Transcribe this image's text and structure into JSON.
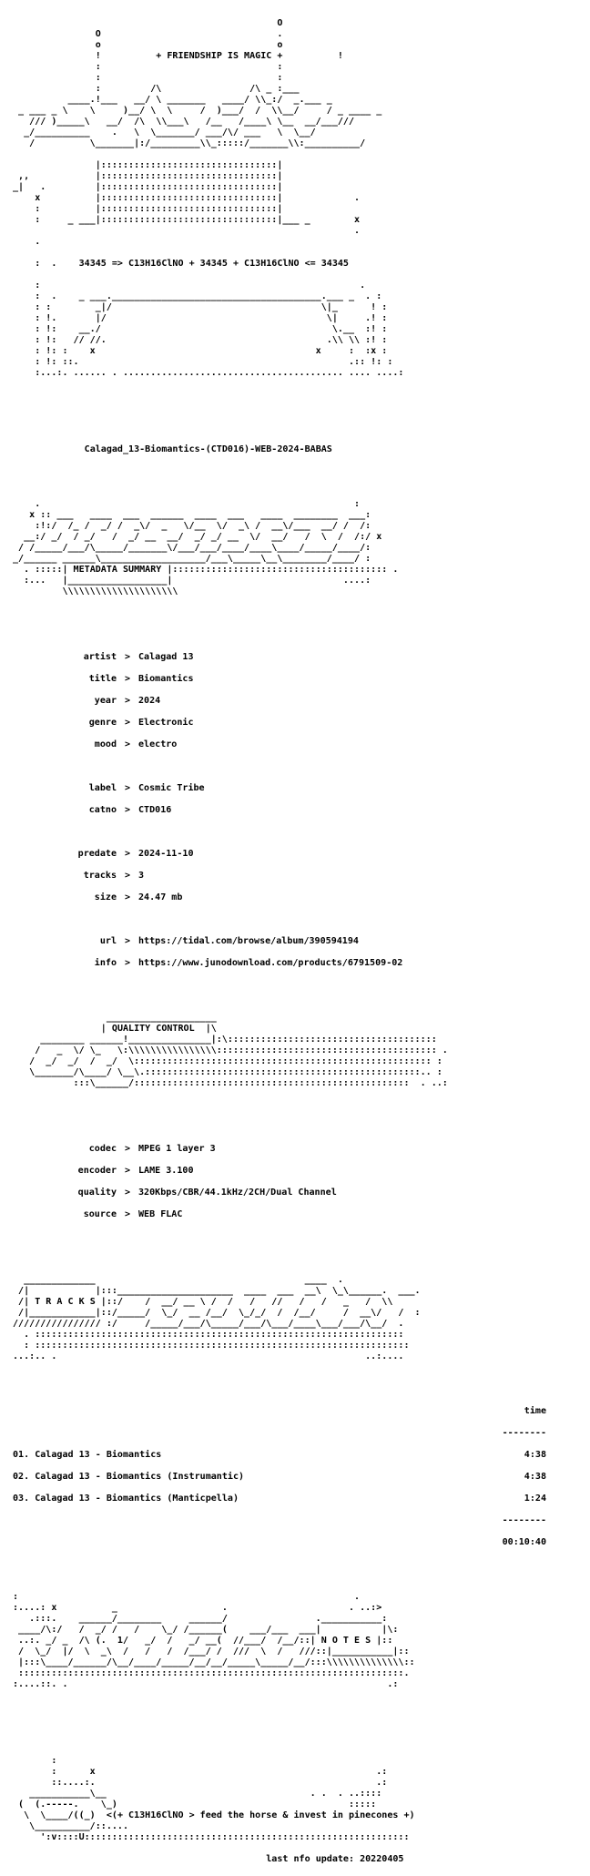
{
  "header": {
    "tagline": "+ FRIENDSHIP IS MAGIC +",
    "formula_line": "34345 => C13H16ClNO + 34345 + C13H16ClNO <= 34345"
  },
  "release_name": "Calagad_13-Biomantics-(CTD016)-WEB-2024-BABAS",
  "sections": {
    "metadata_title": "METADATA SUMMARY",
    "quality_title": "QUALITY CONTROL",
    "tracks_title": "T R A C K S",
    "notes_title": "N O T E S"
  },
  "metadata": {
    "artist_key": "artist",
    "artist": "Calagad 13",
    "title_key": "title",
    "title": "Biomantics",
    "year_key": "year",
    "year": "2024",
    "genre_key": "genre",
    "genre": "Electronic",
    "mood_key": "mood",
    "mood": "electro",
    "label_key": "label",
    "label": "Cosmic Tribe",
    "catno_key": "catno",
    "catno": "CTD016",
    "predate_key": "predate",
    "predate": "2024-11-10",
    "tracks_key": "tracks",
    "tracks": "3",
    "size_key": "size",
    "size": "24.47 mb",
    "url_key": "url",
    "url": "https://tidal.com/browse/album/390594194",
    "info_key": "info",
    "info": "https://www.junodownload.com/products/6791509-02"
  },
  "quality": {
    "codec_key": "codec",
    "codec": "MPEG 1 layer 3",
    "encoder_key": "encoder",
    "encoder": "LAME 3.100",
    "quality_key": "quality",
    "quality": "320Kbps/CBR/44.1kHz/2CH/Dual Channel",
    "source_key": "source",
    "source": "WEB FLAC"
  },
  "tracklist": {
    "time_header": "time",
    "rule": "--------",
    "tracks": [
      {
        "name": "01. Calagad 13 - Biomantics",
        "time": "4:38"
      },
      {
        "name": "02. Calagad 13 - Biomantics (Instrumantic)",
        "time": "4:38"
      },
      {
        "name": "03. Calagad 13 - Biomantics (Manticpella)",
        "time": "1:24"
      }
    ],
    "total": "00:10:40"
  },
  "footer": {
    "slogan": "<(+ C13H16ClNO > feed the horse & invest in pinecones +)",
    "last_update": "last nfo update: 20220405"
  }
}
